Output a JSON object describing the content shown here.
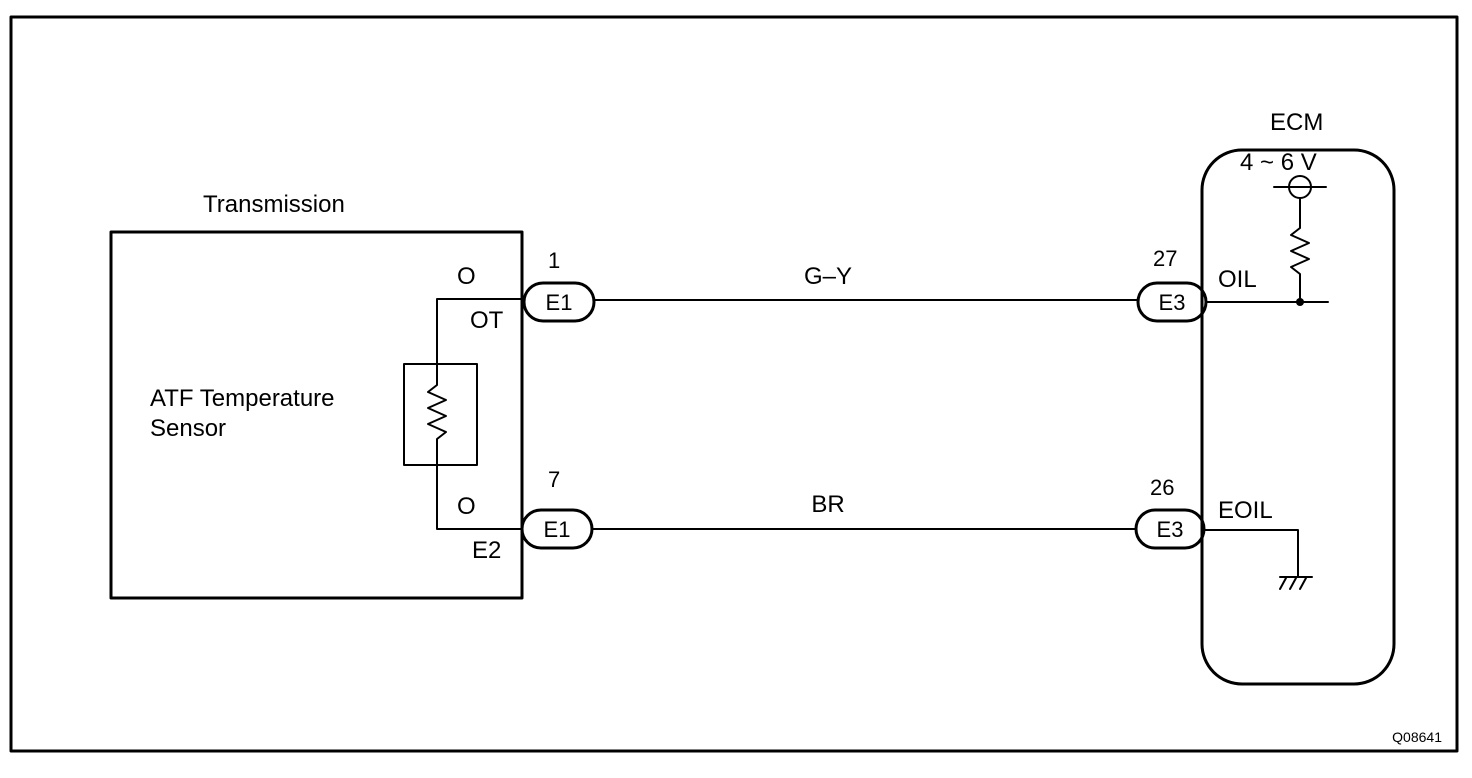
{
  "transmission": {
    "title": "Transmission",
    "sensor_label_line1": "ATF Temperature",
    "sensor_label_line2": "Sensor",
    "terminal_top_mark": "O",
    "terminal_top_name": "OT",
    "terminal_bottom_mark": "O",
    "terminal_bottom_name": "E2"
  },
  "ecm": {
    "title": "ECM",
    "voltage": "4 ~ 6 V",
    "terminal_top": "OIL",
    "terminal_bottom": "EOIL"
  },
  "connectors": {
    "left_top": {
      "pin": "1",
      "name": "E1"
    },
    "left_bottom": {
      "pin": "7",
      "name": "E1"
    },
    "right_top": {
      "pin": "27",
      "name": "E3"
    },
    "right_bottom": {
      "pin": "26",
      "name": "E3"
    }
  },
  "wires": {
    "top_color": "G–Y",
    "bottom_color": "BR"
  },
  "figure_code": "Q08641"
}
